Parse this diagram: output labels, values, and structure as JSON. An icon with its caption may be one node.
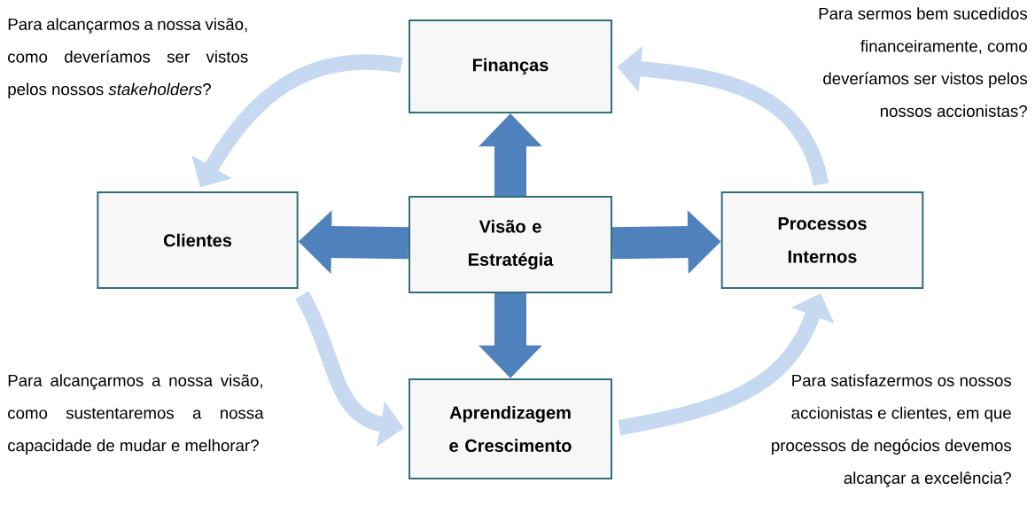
{
  "diagram": {
    "nodes": [
      {
        "text": [
          "Finanças"
        ]
      },
      {
        "text": [
          "Clientes"
        ]
      },
      {
        "text": [
          "Visão e Estratégia"
        ]
      },
      {
        "text": [
          "Processos Internos"
        ]
      },
      {
        "text": [
          "Aprendizagem e Crescimento"
        ]
      }
    ],
    "edges": [
      {
        "from": 2,
        "to": 0,
        "arrow": "to",
        "style": "thick",
        "color": "#4f81bd"
      },
      {
        "from": 2,
        "to": 1,
        "arrow": "to",
        "style": "thick",
        "color": "#4f81bd"
      },
      {
        "from": 2,
        "to": 3,
        "arrow": "to",
        "style": "thick",
        "color": "#4f81bd"
      },
      {
        "from": 2,
        "to": 4,
        "arrow": "to",
        "style": "thick",
        "color": "#4f81bd"
      },
      {
        "from": 0,
        "to": 1,
        "arrow": "to",
        "color": "#c6d9f1"
      },
      {
        "from": 1,
        "to": 4,
        "arrow": "to",
        "color": "#c6d9f1"
      },
      {
        "from": 4,
        "to": 3,
        "arrow": "to",
        "color": "#c6d9f1"
      },
      {
        "from": 3,
        "to": 0,
        "arrow": "to",
        "color": "#c6d9f1"
      }
    ],
    "labels": [
      "Para alcançarmos a nossa visão, como deveríamos ser vistos pelos nossos *stakeholders*?",
      "Para sermos bem sucedidos financeiramente, como deveríamos ser vistos pelos nossos accionistas?",
      "Para alcançarmos a nossa visão, como sustentaremos a nossa capacidade de mudar e melhorar?",
      "Para satisfazermos os nossos accionistas e clientes, em que processos de negócios devemos alcançar a excelência?"
    ]
  }
}
